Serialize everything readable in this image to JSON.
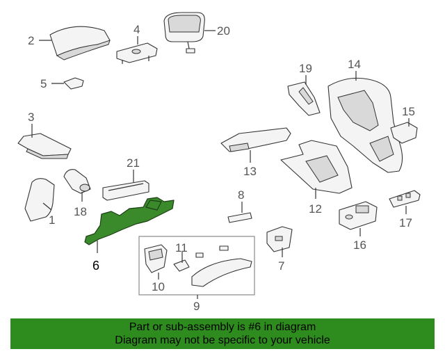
{
  "callouts": {
    "c1": "1",
    "c2": "2",
    "c3": "3",
    "c4": "4",
    "c5": "5",
    "c6": "6",
    "c7": "7",
    "c8": "8",
    "c9": "9",
    "c10": "10",
    "c11": "11",
    "c12": "12",
    "c13": "13",
    "c14": "14",
    "c15": "15",
    "c16": "16",
    "c17": "17",
    "c18": "18",
    "c19": "19",
    "c20": "20",
    "c21": "21"
  },
  "highlight": {
    "part": "6",
    "color": "#3a8a2c"
  },
  "banner": {
    "line1": "Part or sub-assembly is #6 in diagram",
    "line2": "Diagram may not be specific to your vehicle",
    "background": "#2e8c1e"
  }
}
